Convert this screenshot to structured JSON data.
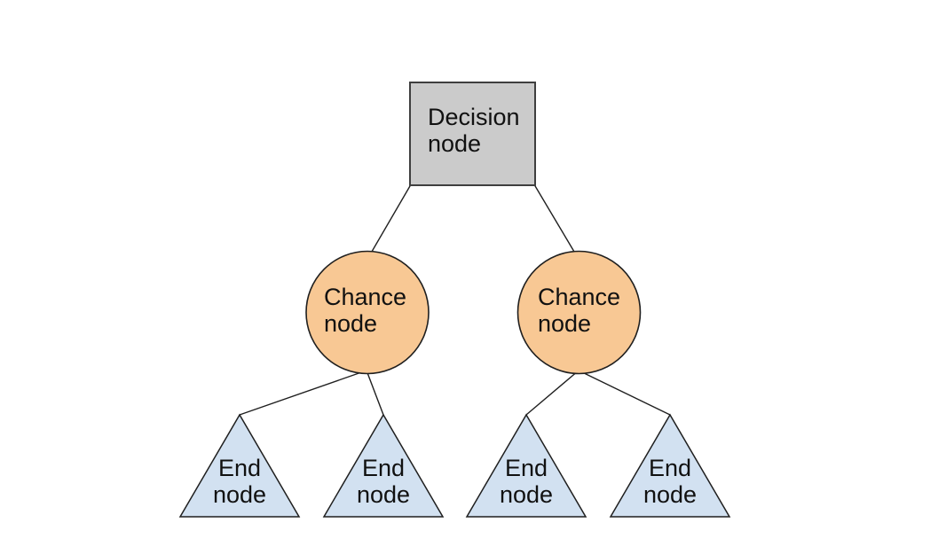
{
  "diagram": {
    "type": "decision-tree",
    "background": "#ffffff",
    "text_color": "#111111",
    "edge_color": "#1f1f1f",
    "nodes": [
      {
        "id": "decision",
        "type": "decision",
        "shape": "square",
        "label": "Decision node",
        "fill": "#cbcbcb",
        "stroke": "#3f3f3f"
      },
      {
        "id": "chance-left",
        "type": "chance",
        "shape": "circle",
        "label": "Chance node",
        "fill": "#f8c894",
        "stroke": "#1f1f1f"
      },
      {
        "id": "chance-right",
        "type": "chance",
        "shape": "circle",
        "label": "Chance node",
        "fill": "#f8c894",
        "stroke": "#1f1f1f"
      },
      {
        "id": "end-1",
        "type": "end",
        "shape": "triangle",
        "label": "End node",
        "fill": "#d2e1f1",
        "stroke": "#1f1f1f"
      },
      {
        "id": "end-2",
        "type": "end",
        "shape": "triangle",
        "label": "End node",
        "fill": "#d2e1f1",
        "stroke": "#1f1f1f"
      },
      {
        "id": "end-3",
        "type": "end",
        "shape": "triangle",
        "label": "End node",
        "fill": "#d2e1f1",
        "stroke": "#1f1f1f"
      },
      {
        "id": "end-4",
        "type": "end",
        "shape": "triangle",
        "label": "End node",
        "fill": "#d2e1f1",
        "stroke": "#1f1f1f"
      }
    ],
    "edges": [
      {
        "from": "decision",
        "to": "chance-left"
      },
      {
        "from": "decision",
        "to": "chance-right"
      },
      {
        "from": "chance-left",
        "to": "end-1"
      },
      {
        "from": "chance-left",
        "to": "end-2"
      },
      {
        "from": "chance-right",
        "to": "end-3"
      },
      {
        "from": "chance-right",
        "to": "end-4"
      }
    ]
  }
}
